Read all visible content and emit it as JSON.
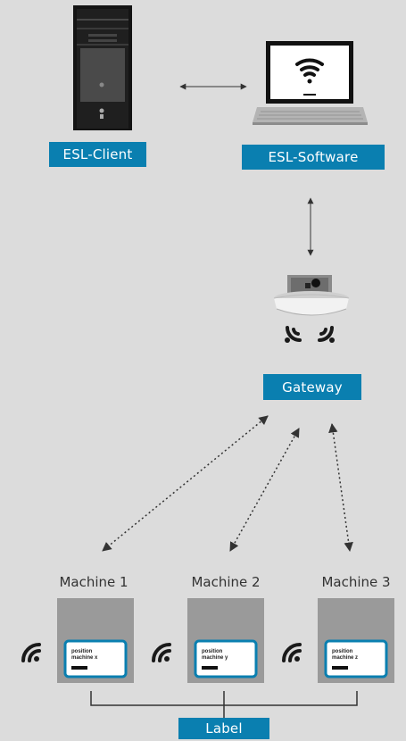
{
  "nodes": {
    "client": "ESL-Client",
    "software": "ESL-Software",
    "gateway": "Gateway",
    "label": "Label"
  },
  "machines": [
    {
      "title": "Machine 1",
      "line1": "position",
      "line2": "machine x"
    },
    {
      "title": "Machine 2",
      "line1": "position",
      "line2": "machine y"
    },
    {
      "title": "Machine 3",
      "line1": "position",
      "line2": "machine z"
    }
  ],
  "colors": {
    "accent": "#0a7fb0",
    "background": "#dcdcdc",
    "machine_body": "#9a9a9a",
    "screen_border": "#0a7fb0"
  },
  "icons": [
    "server-tower-icon",
    "laptop-wifi-icon",
    "gateway-device-icon",
    "wireless-signal-icon"
  ]
}
